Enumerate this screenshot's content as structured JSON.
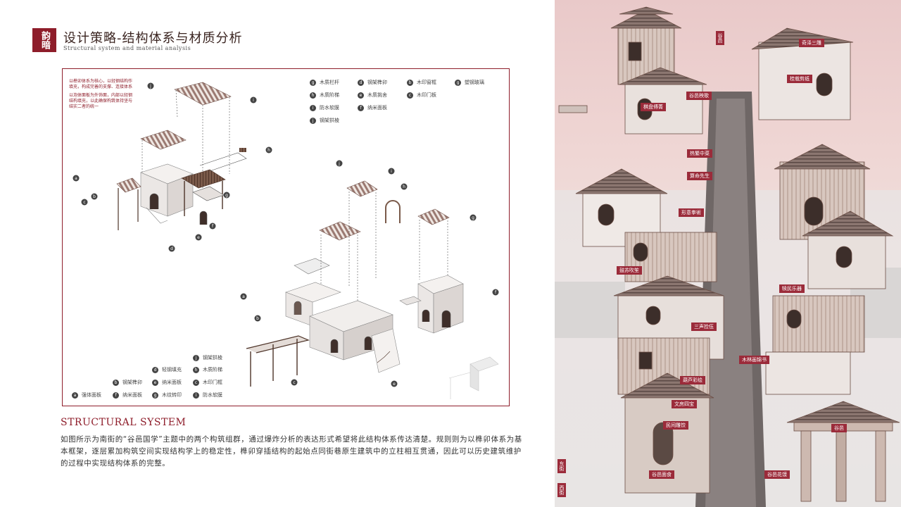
{
  "header": {
    "logo_text": "韵暗",
    "title": "设计策略-结构体系与材质分析",
    "subtitle": "Structural system and material analysis"
  },
  "notes": [
    "以榫卯体系为核心，以轻钢结构作填充，构成完善的支撑、连接体系",
    "以泡体面板为外饰面，内部以轻钢结构填充，以此确保构筑体持坚与结实二者的统一"
  ],
  "legend_top": [
    {
      "key": "g",
      "label": "木质栏杆"
    },
    {
      "key": "d",
      "label": "钢架榫卯"
    },
    {
      "key": "b",
      "label": "木印窗框"
    },
    {
      "key": "g",
      "label": "塑钢玻璃"
    },
    {
      "key": "h",
      "label": "木质阶梯"
    },
    {
      "key": "e",
      "label": "木质挑舍"
    },
    {
      "key": "c",
      "label": "木印门板"
    },
    {
      "key": "i",
      "label": "防水软膜"
    },
    {
      "key": "f",
      "label": "纳米面板"
    },
    {
      "key": "j",
      "label": "钢架拱棱"
    }
  ],
  "legend_bottom": [
    {
      "key": "j",
      "label": "钢架拱棱"
    },
    {
      "key": "d",
      "label": "轻钢填充"
    },
    {
      "key": "h",
      "label": "木质阶梯"
    },
    {
      "key": "b",
      "label": "钢架榫卯"
    },
    {
      "key": "e",
      "label": "纳米面板"
    },
    {
      "key": "c",
      "label": "木印门框"
    },
    {
      "key": "a",
      "label": "强体面板"
    },
    {
      "key": "f",
      "label": "纳米面板"
    },
    {
      "key": "g",
      "label": "木纹转印"
    },
    {
      "key": "i",
      "label": "防水软膜"
    }
  ],
  "callouts": [
    "a",
    "b",
    "c",
    "d",
    "e",
    "f",
    "g",
    "h",
    "i",
    "j"
  ],
  "section": {
    "heading": "STRUCTURAL SYSTEM",
    "body": "如图所示为南街的“谷邑国学”主题中的两个构筑组群，通过爆炸分析的表达形式希望将此结构体系传达清楚。规则则为以榫卯体系为基本框架，逐层累加构筑空间实现结构学上的稳定性，榫卯穿插结构的起始点同街巷原生建筑中的立柱相互贯通，因此可以历史建筑维护的过程中实现结构体系的完整。"
  },
  "poster_labels": {
    "top_vertical": "谷邑",
    "l1": "奇泽三雕",
    "l2": "桂栽剪纸",
    "l3": "谷邑秧歌",
    "l4": "棋盘傅菁",
    "l5": "热繁中菜",
    "l6": "算命先生",
    "l7": "形意拳術",
    "l8": "鼓苏吹笙",
    "l9": "犊民乐器",
    "l10": "三声捡伍",
    "l11": "木林画锦书",
    "l12": "葫芦彩绘",
    "l13": "文房四宝",
    "l14": "民间雕饺",
    "l15": "谷邑面食",
    "l16": "谷邑花馍",
    "gate": "谷邑",
    "side1": "东街",
    "side2": "西街"
  },
  "colors": {
    "accent": "#8e1d2a",
    "label_bg": "#9b2b3a",
    "poster_sky": "#e9c9c9"
  }
}
